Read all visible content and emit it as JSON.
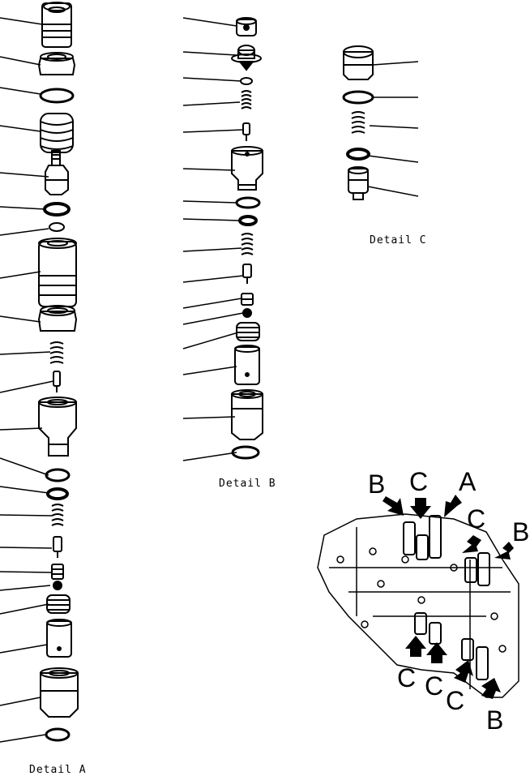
{
  "captions": {
    "detail_a": "Detail A",
    "detail_b": "Detail B",
    "detail_c": "Detail C"
  },
  "location_labels": {
    "b_top_left": "B",
    "c_top": "C",
    "a_top": "A",
    "c_right": "C",
    "b_right": "B",
    "c_bottom_1": "C",
    "c_bottom_2": "C",
    "c_bottom_3": "C",
    "b_bottom": "B"
  },
  "colors": {
    "ink": "#000000",
    "paper": "#ffffff"
  }
}
